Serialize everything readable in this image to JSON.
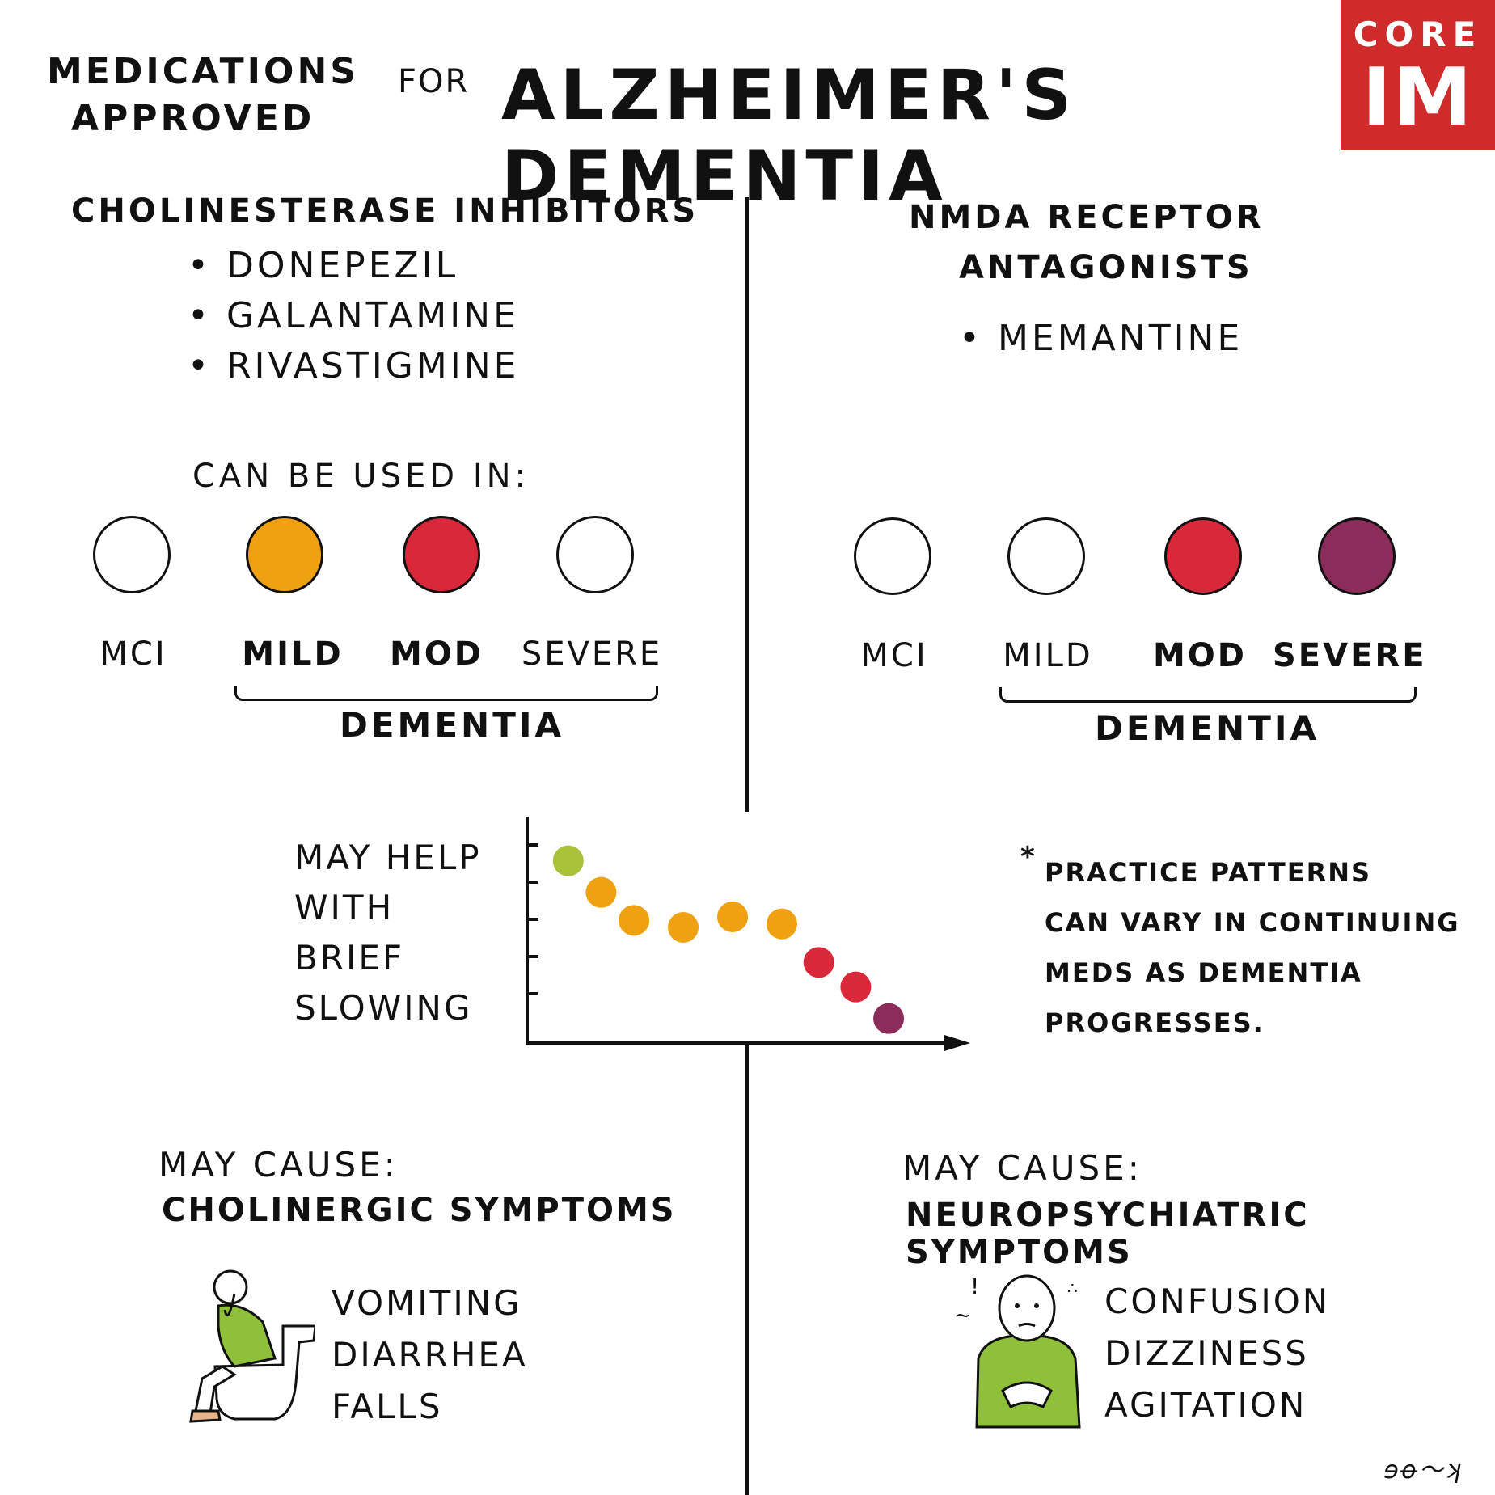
{
  "header": {
    "title_line1": "MEDICATIONS",
    "title_line2": "APPROVED",
    "title_for": "for",
    "title_main": "ALZHEIMER'S DEMENTIA",
    "logo_top": "CORE",
    "logo_bottom": "IM",
    "logo_color": "#cf2b2b"
  },
  "left": {
    "heading": "CHOLINESTERASE INHIBITORS",
    "drugs": [
      "DONEPEZIL",
      "GALANTAMINE",
      "RIVASTIGMINE"
    ],
    "can_be_used": "CAN BE USED IN:",
    "levels": [
      {
        "label": "MCI",
        "color": "#ffffff",
        "bold": false
      },
      {
        "label": "MILD",
        "color": "#f0a112",
        "bold": true
      },
      {
        "label": "MOD",
        "color": "#d8283a",
        "bold": true
      },
      {
        "label": "SEVERE",
        "color": "#ffffff",
        "bold": false
      }
    ],
    "brace_label": "DEMENTIA",
    "may_cause": "MAY CAUSE:",
    "cause_heading": "CHOLINERGIC SYMPTOMS",
    "symptoms": [
      "VOMITING",
      "DIARRHEA",
      "FALLS"
    ]
  },
  "right": {
    "heading_line1": "NMDA RECEPTOR",
    "heading_line2": "ANTAGONISTS",
    "drugs": [
      "MEMANTINE"
    ],
    "levels": [
      {
        "label": "MCI",
        "color": "#ffffff",
        "bold": false
      },
      {
        "label": "MILD",
        "color": "#ffffff",
        "bold": false
      },
      {
        "label": "MOD",
        "color": "#d8283a",
        "bold": true
      },
      {
        "label": "SEVERE",
        "color": "#8b2c5a",
        "bold": true
      }
    ],
    "brace_label": "DEMENTIA",
    "may_cause": "MAY CAUSE:",
    "cause_heading": "NEUROPSYCHIATRIC SYMPTOMS",
    "symptoms": [
      "CONFUSION",
      "DIZZINESS",
      "AGITATION"
    ]
  },
  "middle": {
    "side_label": [
      "MAY HELP",
      "WITH",
      "BRIEF",
      "SLOWING"
    ],
    "note_lines": [
      "PRACTICE PATTERNS",
      "CAN VARY IN CONTINUING",
      "MEDS AS DEMENTIA",
      "PROGRESSES."
    ],
    "note_marker": "*"
  },
  "chart_data": {
    "type": "scatter",
    "title": "",
    "xlabel": "",
    "ylabel": "",
    "xlim": [
      0,
      10
    ],
    "ylim": [
      0,
      6
    ],
    "points": [
      {
        "x": 1.0,
        "y": 5.2,
        "color": "#a9c23a"
      },
      {
        "x": 1.8,
        "y": 4.3,
        "color": "#f0a112"
      },
      {
        "x": 2.6,
        "y": 3.5,
        "color": "#f0a112"
      },
      {
        "x": 3.8,
        "y": 3.3,
        "color": "#f0a112"
      },
      {
        "x": 5.0,
        "y": 3.6,
        "color": "#f0a112"
      },
      {
        "x": 6.2,
        "y": 3.4,
        "color": "#f0a112"
      },
      {
        "x": 7.1,
        "y": 2.3,
        "color": "#d8283a"
      },
      {
        "x": 8.0,
        "y": 1.6,
        "color": "#d8283a"
      },
      {
        "x": 8.8,
        "y": 0.7,
        "color": "#8b2c5a"
      }
    ],
    "yticks_count": 5,
    "grid": false
  },
  "signature": "ɘꝋ～ʞ"
}
